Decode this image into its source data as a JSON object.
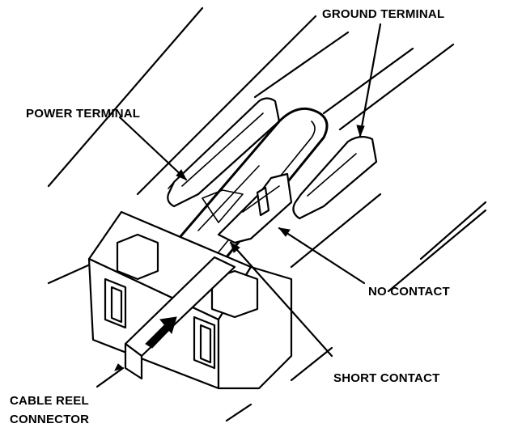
{
  "labels": {
    "ground_terminal": "GROUND TERMINAL",
    "power_terminal": "POWER TERMINAL",
    "no_contact": "NO CONTACT",
    "short_contact": "SHORT CONTACT",
    "cable_reel_line1": "CABLE REEL",
    "cable_reel_line2": "CONNECTOR"
  },
  "colors": {
    "ink": "#000000",
    "paper": "#ffffff"
  }
}
